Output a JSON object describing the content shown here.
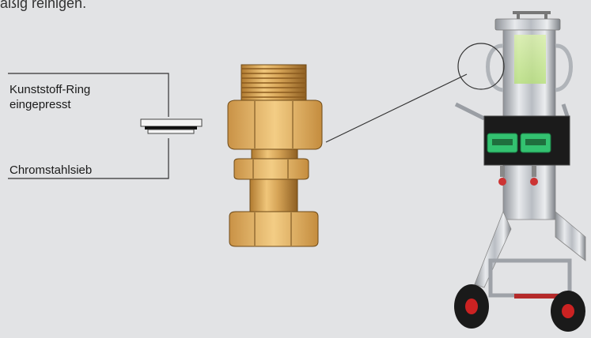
{
  "heading": "äßig reinigen.",
  "labels": {
    "ring_line1": "Kunststoff-Ring",
    "ring_line2": "eingepresst",
    "sieve": "Chromstahlsieb"
  },
  "colors": {
    "background": "#e2e3e5",
    "brass": "#d4a255",
    "brass_dark": "#9a6a28",
    "steel": "#c9ccd1",
    "display_green": "#33c270"
  }
}
